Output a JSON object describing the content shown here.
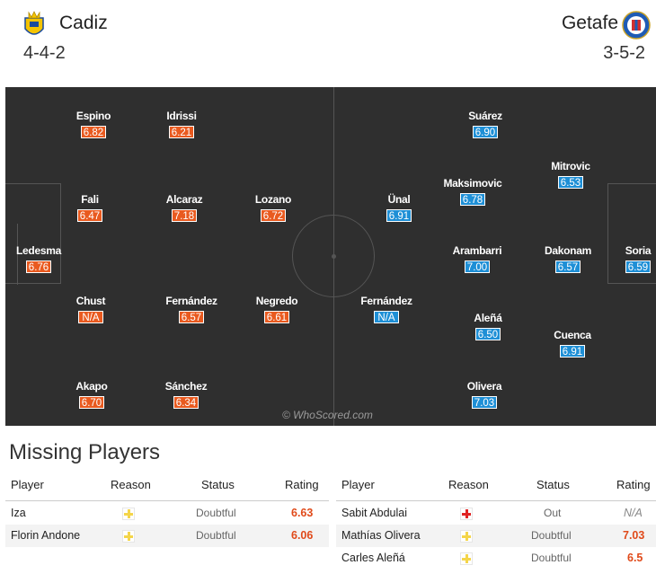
{
  "home": {
    "name": "Cadiz",
    "formation": "4-4-2",
    "color": "#e95a1f",
    "players": [
      {
        "name": "Espino",
        "rating": "6.82"
      },
      {
        "name": "Idrissi",
        "rating": "6.21"
      },
      {
        "name": "Fali",
        "rating": "6.47"
      },
      {
        "name": "Alcaraz",
        "rating": "7.18"
      },
      {
        "name": "Lozano",
        "rating": "6.72"
      },
      {
        "name": "Ledesma",
        "rating": "6.76"
      },
      {
        "name": "Chust",
        "rating": "N/A"
      },
      {
        "name": "Fernández",
        "rating": "6.57"
      },
      {
        "name": "Negredo",
        "rating": "6.61"
      },
      {
        "name": "Akapo",
        "rating": "6.70"
      },
      {
        "name": "Sánchez",
        "rating": "6.34"
      }
    ]
  },
  "away": {
    "name": "Getafe",
    "formation": "3-5-2",
    "color": "#1e8fd6",
    "players": [
      {
        "name": "Suárez",
        "rating": "6.90"
      },
      {
        "name": "Mitrovic",
        "rating": "6.53"
      },
      {
        "name": "Maksimovic",
        "rating": "6.78"
      },
      {
        "name": "Ünal",
        "rating": "6.91"
      },
      {
        "name": "Arambarri",
        "rating": "7.00"
      },
      {
        "name": "Dakonam",
        "rating": "6.57"
      },
      {
        "name": "Soria",
        "rating": "6.59"
      },
      {
        "name": "Fernández",
        "rating": "N/A"
      },
      {
        "name": "Aleñá",
        "rating": "6.50"
      },
      {
        "name": "Cuenca",
        "rating": "6.91"
      },
      {
        "name": "Olivera",
        "rating": "7.03"
      }
    ]
  },
  "watermark": "© WhoScored.com",
  "missing": {
    "title": "Missing Players",
    "headers": {
      "player": "Player",
      "reason": "Reason",
      "status": "Status",
      "rating": "Rating"
    },
    "home_rows": [
      {
        "player": "Iza",
        "reason_icon": "doubtful-icon",
        "status": "Doubtful",
        "rating": "6.63"
      },
      {
        "player": "Florin Andone",
        "reason_icon": "doubtful-icon",
        "status": "Doubtful",
        "rating": "6.06"
      }
    ],
    "away_rows": [
      {
        "player": "Sabit Abdulai",
        "reason_icon": "injury-icon",
        "status": "Out",
        "rating": "N/A"
      },
      {
        "player": "Mathías Olivera",
        "reason_icon": "doubtful-icon",
        "status": "Doubtful",
        "rating": "7.03"
      },
      {
        "player": "Carles Aleñá",
        "reason_icon": "doubtful-icon",
        "status": "Doubtful",
        "rating": "6.5"
      }
    ]
  }
}
